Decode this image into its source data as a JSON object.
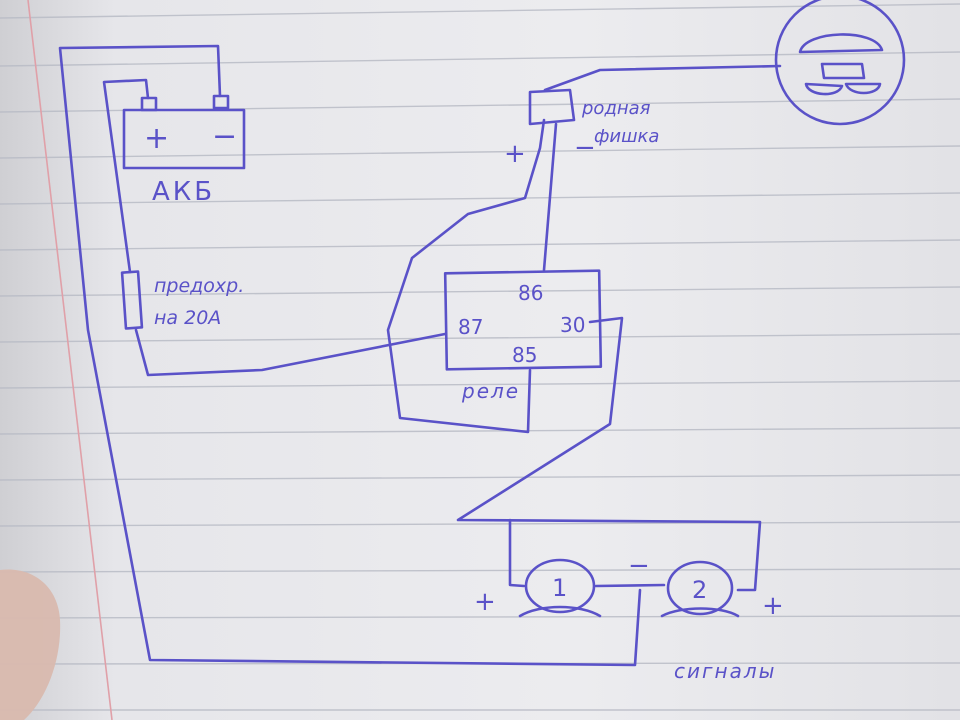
{
  "battery": {
    "label": "АКБ",
    "plus": "+",
    "minus": "−"
  },
  "fuse": {
    "line1": "предохр.",
    "line2": "на 20А"
  },
  "connector": {
    "line1": "родная",
    "line2": "фишка",
    "plus": "+",
    "minus": "−"
  },
  "relay": {
    "label": "реле",
    "pin86": "86",
    "pin87": "87",
    "pin30": "30",
    "pin85": "85"
  },
  "horns": {
    "label": "сигналы",
    "horn1": "1",
    "horn2": "2",
    "plus_left": "+",
    "plus_right": "+",
    "minus": "−"
  },
  "colors": {
    "ink": "#5a52c8",
    "paper": "#ececef",
    "rule": "#b9bcc6",
    "margin": "#e0a0a8"
  }
}
